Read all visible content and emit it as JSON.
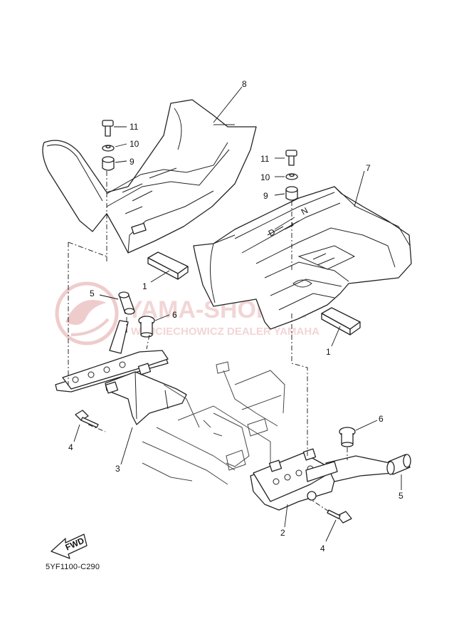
{
  "callouts": [
    {
      "number": "1",
      "part": "footrest pad"
    },
    {
      "number": "2",
      "part": "right footrest bracket"
    },
    {
      "number": "3",
      "part": "left footrest bracket"
    },
    {
      "number": "4",
      "part": "bolt"
    },
    {
      "number": "5",
      "part": "grip"
    },
    {
      "number": "6",
      "part": "grommet"
    },
    {
      "number": "7",
      "part": "right footrest board"
    },
    {
      "number": "8",
      "part": "left footrest board"
    },
    {
      "number": "9",
      "part": "damper"
    },
    {
      "number": "10",
      "part": "collar"
    },
    {
      "number": "11",
      "part": "bolt"
    }
  ],
  "labels": {
    "fwd": "FWD",
    "diagram_code": "5YF1100-C290",
    "shift_mark_d": "D",
    "shift_mark_n": "N"
  },
  "watermark": {
    "brand": "YAMA-SHOP.PL",
    "dealer": "WOJCIECHOWICZ DEALER YAMAHA",
    "color": "#e9b4b4"
  }
}
